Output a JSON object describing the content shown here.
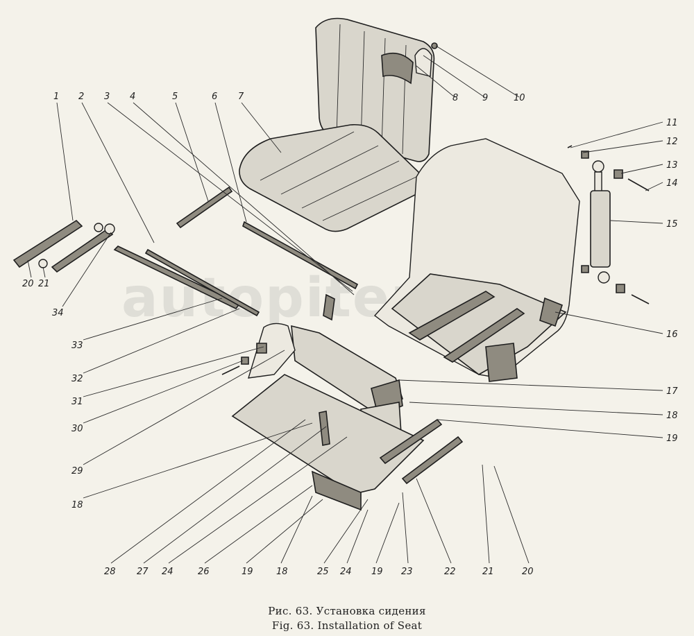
{
  "caption": {
    "ru": "Рис. 63. Установка сидения",
    "en": "Fig. 63. Installation of Seat"
  },
  "watermark": "autopiter.ru",
  "labels": {
    "top": [
      "1",
      "2",
      "3",
      "4",
      "5",
      "6",
      "7",
      "8",
      "9",
      "10"
    ],
    "right": [
      "11",
      "12",
      "13",
      "14",
      "15",
      "16",
      "17",
      "18",
      "19"
    ],
    "left": [
      "20",
      "21",
      "34",
      "33",
      "32",
      "31",
      "30",
      "29",
      "18"
    ],
    "bottom": [
      "28",
      "27",
      "24",
      "26",
      "19",
      "18",
      "25",
      "24",
      "19",
      "23",
      "22",
      "21",
      "20"
    ]
  }
}
